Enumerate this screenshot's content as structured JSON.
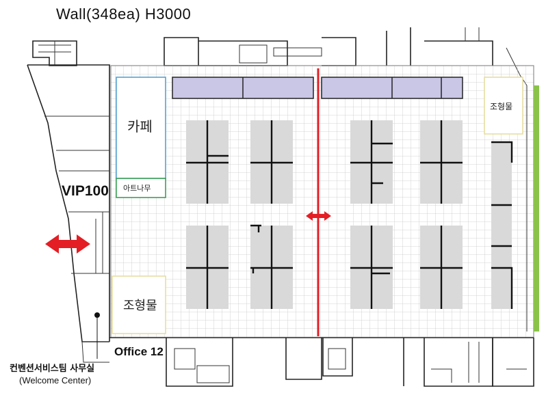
{
  "header": {
    "title": "Wall(348ea) H3000"
  },
  "rooms": {
    "cafe": "카페",
    "artnamu": "아트나무",
    "vip": "VIP100",
    "sculpture_bottom": "조형물",
    "sculpture_right": "조형물",
    "office": "Office 12",
    "welcome_korean": "컨벤션서비스팀 사무실",
    "welcome_english": "(Welcome Center)"
  },
  "colors": {
    "grid": "#c8c8c8",
    "booth": "#d9d9d9",
    "panel": "#c9c6e6",
    "arrow": "#e31e24",
    "cafe_border": "#4a9bd1",
    "artnamu_border": "#2e9a4a",
    "sculpture_border": "#e6dc9a",
    "green_edge": "#8bc34a"
  }
}
